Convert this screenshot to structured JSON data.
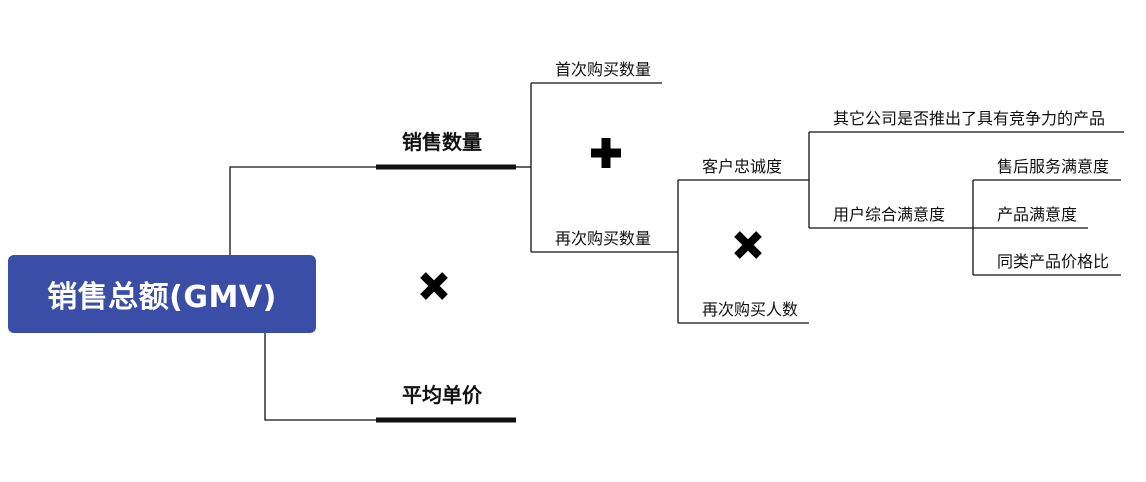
{
  "colors": {
    "root_fill": "#3a4ea8",
    "root_text": "#ffffff",
    "line": "#111111",
    "thick_line": "#111111"
  },
  "root": {
    "label": "销售总额(GMV)"
  },
  "operators": {
    "root_op": "multiply-icon",
    "sales_qty_op": "plus-icon",
    "repeat_op": "multiply-icon"
  },
  "nodes": {
    "sales_qty": "销售数量",
    "avg_price": "平均单价",
    "first_purchase": "首次购买数量",
    "repeat_purchase": "再次购买数量",
    "loyalty": "客户忠诚度",
    "repeat_buyers": "再次购买人数",
    "competitor": "其它公司是否推出了具有竞争力的产品",
    "user_satisfaction": "用户综合满意度",
    "after_sales": "售后服务满意度",
    "product_sat": "产品满意度",
    "price_compare": "同类产品价格比"
  }
}
